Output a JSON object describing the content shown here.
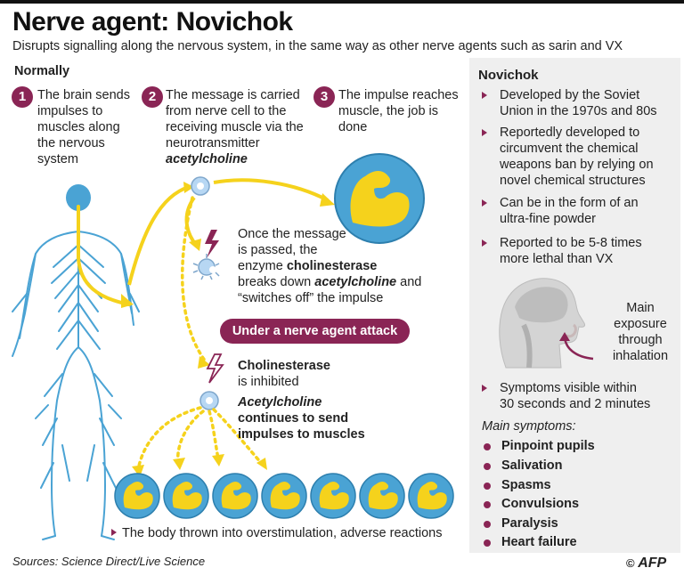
{
  "header": {
    "title": "Nerve agent: Novichok",
    "subtitle": "Disrupts signalling along the nervous system, in the same way as other nerve agents such as sarin and VX"
  },
  "normally": {
    "heading": "Normally",
    "steps": [
      {
        "num": "1",
        "lines": [
          "The brain sends",
          "impulses to",
          "muscles along",
          "the nervous",
          "system"
        ]
      },
      {
        "num": "2",
        "lines": [
          "The message is carried",
          "from nerve cell to the",
          "receiving muscle via the",
          "neurotransmitter"
        ],
        "emphasis": "acetylcholine"
      },
      {
        "num": "3",
        "lines": [
          "The impulse reaches",
          "muscle, the job is",
          "done"
        ]
      }
    ],
    "passed": {
      "l1": "Once the message",
      "l2": "is passed, the",
      "l3a": "enzyme ",
      "l3b": "cholinesterase",
      "l4a": "breaks down ",
      "l4b": "acetylcholine",
      "l4c": " and",
      "l5": "“switches off” the impulse"
    }
  },
  "attack": {
    "label": "Under a nerve agent attack",
    "inhibited_a": "Cholinesterase",
    "inhibited_b": "is inhibited",
    "continues_a": "Acetylcholine",
    "continues_b": "continues to send",
    "continues_c": "impulses to muscles",
    "result": "The body thrown into overstimulation, adverse reactions"
  },
  "sidebar": {
    "title": "Novichok",
    "facts": [
      [
        "Developed by the Soviet",
        "Union in the 1970s and 80s"
      ],
      [
        "Reportedly developed to",
        "circumvent the chemical",
        "weapons ban by relying on",
        "novel chemical structures"
      ],
      [
        "Can be in the form of an",
        "ultra-fine powder"
      ],
      [
        "Reported to be 5-8 times",
        "more lethal than VX"
      ]
    ],
    "exposure": [
      "Main",
      "exposure",
      "through",
      "inhalation"
    ],
    "timing": [
      "Symptoms visible within",
      "30 seconds and 2 minutes"
    ],
    "symptoms_heading": "Main symptoms:",
    "symptoms": [
      "Pinpoint pupils",
      "Salivation",
      "Spasms",
      "Convulsions",
      "Paralysis",
      "Heart failure"
    ]
  },
  "footer": {
    "sources": "Sources: Science Direct/Live Science",
    "credit_symbol": "©",
    "credit": "AFP"
  },
  "colors": {
    "accent": "#8a2555",
    "muscle_blue": "#4aa3d4",
    "muscle_yellow": "#f5d21c",
    "nerve_blue": "#3fa9d6",
    "panel_gray": "#efefef"
  },
  "icons": [
    "body-nerve-icon",
    "flexed-arm-icon",
    "lightning-icon",
    "neuron-cell-icon",
    "head-profile-icon"
  ]
}
